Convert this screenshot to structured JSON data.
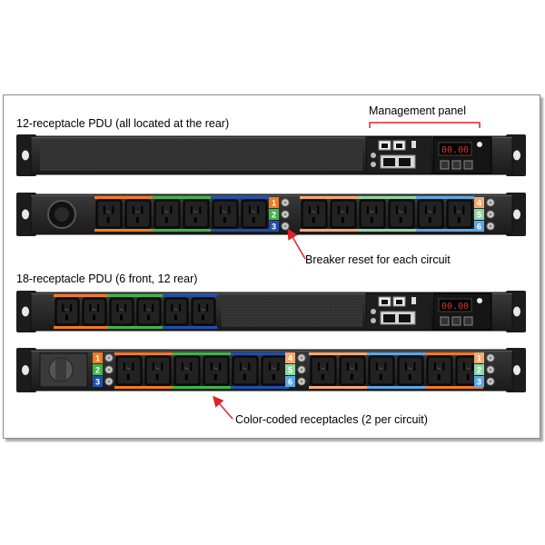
{
  "labels": {
    "pdu12_title": "12-receptacle PDU (all located at the rear)",
    "pdu18_title": "18-receptacle PDU (6 front, 12 rear)",
    "management_panel": "Management panel",
    "breaker_reset": "Breaker reset for each circuit",
    "color_coded": "Color-coded receptacles (2 per circuit)"
  },
  "circuit_numbers": [
    "1",
    "2",
    "3",
    "4",
    "5",
    "6"
  ],
  "display_readout": "00.00",
  "colors": {
    "circuit_1": "#f47a20",
    "circuit_2": "#3fb54a",
    "circuit_3": "#1f4fae",
    "circuit_4": "#f6a96e",
    "circuit_5": "#8fd6a5",
    "circuit_6": "#5aa8e6",
    "chassis": "#2b2b2b",
    "ear": "#1c1c1c",
    "arrow": "#e0202a",
    "display_digits": "#e83030"
  }
}
